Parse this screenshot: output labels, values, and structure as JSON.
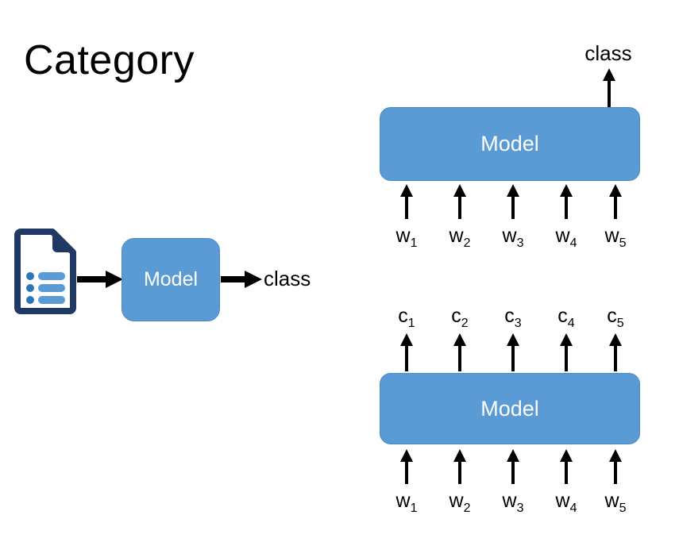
{
  "slide": {
    "title": "Category",
    "background_color": "#FFFFFF"
  },
  "colors": {
    "model_fill": "#5B9BD5",
    "model_text": "#FFFFFF",
    "doc_outline": "#1F3864",
    "doc_bar": "#5B9BD5",
    "doc_dot": "#2E75B6",
    "arrow": "#000000",
    "label_text": "#000000"
  },
  "diagrams": {
    "document_classification": {
      "name": "document-classification",
      "input_icon": "document-icon",
      "model_label": "Model",
      "output_label": "class",
      "arrows": [
        "doc-to-model",
        "model-to-class"
      ]
    },
    "sentence_classification": {
      "name": "sentence-classification",
      "model_label": "Model",
      "output_label": "class",
      "inputs": [
        {
          "base": "w",
          "sub": "1"
        },
        {
          "base": "w",
          "sub": "2"
        },
        {
          "base": "w",
          "sub": "3"
        },
        {
          "base": "w",
          "sub": "4"
        },
        {
          "base": "w",
          "sub": "5"
        }
      ]
    },
    "sequence_labeling": {
      "name": "sequence-labeling",
      "model_label": "Model",
      "outputs": [
        {
          "base": "c",
          "sub": "1"
        },
        {
          "base": "c",
          "sub": "2"
        },
        {
          "base": "c",
          "sub": "3"
        },
        {
          "base": "c",
          "sub": "4"
        },
        {
          "base": "c",
          "sub": "5"
        }
      ],
      "inputs": [
        {
          "base": "w",
          "sub": "1"
        },
        {
          "base": "w",
          "sub": "2"
        },
        {
          "base": "w",
          "sub": "3"
        },
        {
          "base": "w",
          "sub": "4"
        },
        {
          "base": "w",
          "sub": "5"
        }
      ]
    }
  }
}
